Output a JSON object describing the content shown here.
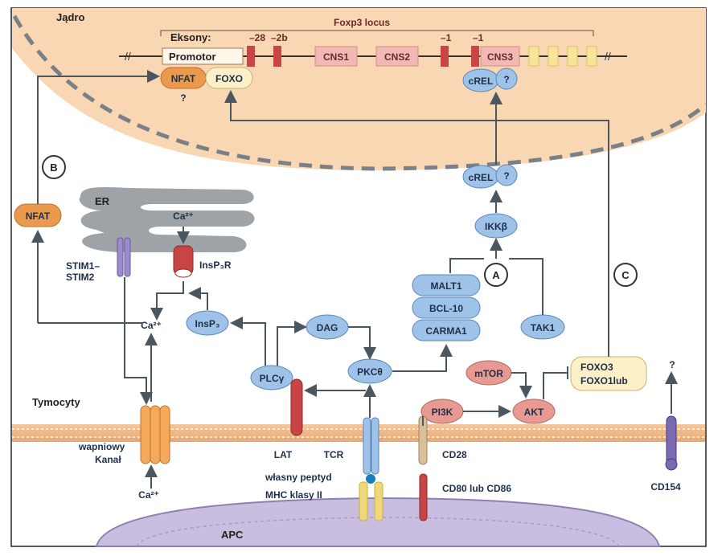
{
  "labels": {
    "nucleus": "Jądro",
    "foxp3_locus": "Foxp3 locus",
    "exons": "Eksony:",
    "promoter": "Promotor",
    "pos_28": "–28",
    "pos_2b": "–2b",
    "pos_1a": "–1",
    "pos_1b": "–1",
    "cns1": "CNS1",
    "cns2": "CNS2",
    "cns3": "CNS3",
    "nfat_nuc": "NFAT",
    "foxo_nuc": "FOXO",
    "nfat_q": "?",
    "crel_nuc": "cREL",
    "q_nuc": "?",
    "crel_cyt": "cREL",
    "q_cyt": "?",
    "ikkb": "IKKβ",
    "circle_a": "A",
    "circle_b": "B",
    "circle_c": "C",
    "malt1": "MALT1",
    "bcl10": "BCL-10",
    "carma1": "CARMA1",
    "tak1": "TAK1",
    "nfat_cyt": "NFAT",
    "er": "ER",
    "ca_er": "Ca²⁺",
    "insp3r": "InsP₃R",
    "stim": "STIM1–\nSTIM2",
    "ca_cyt": "Ca²⁺",
    "insp3": "InsP₃",
    "dag": "DAG",
    "plcg": "PLCγ",
    "pkct": "PKCθ",
    "mtor": "mTOR",
    "foxo_lub": "FOXO3\nFOXO1lub",
    "akt": "AKT",
    "pi3k": "PI3K",
    "q_cd154": "?",
    "thymocyte": "Tymocyty",
    "calcium_channel": "wapniowy\nKanał",
    "ca_out": "Ca²⁺",
    "lat": "LAT",
    "tcr": "TCR",
    "peptide": "własny peptyd",
    "mhc": "MHC klasy II",
    "cd28": "CD28",
    "cd80": "CD80 lub CD86",
    "cd154": "CD154",
    "apc": "APC"
  },
  "colors": {
    "nucleus_fill": "#f7d3aa",
    "membrane": "#e2a56c",
    "apc_fill": "#c9bedf",
    "protein_blue": "#9fc3e8",
    "dna_red": "#c94545",
    "cns_pink": "#f2b9b4",
    "exon_yellow": "#f7e69a",
    "nfat_orange": "#ea9a4c",
    "arrow": "#4a5660"
  }
}
